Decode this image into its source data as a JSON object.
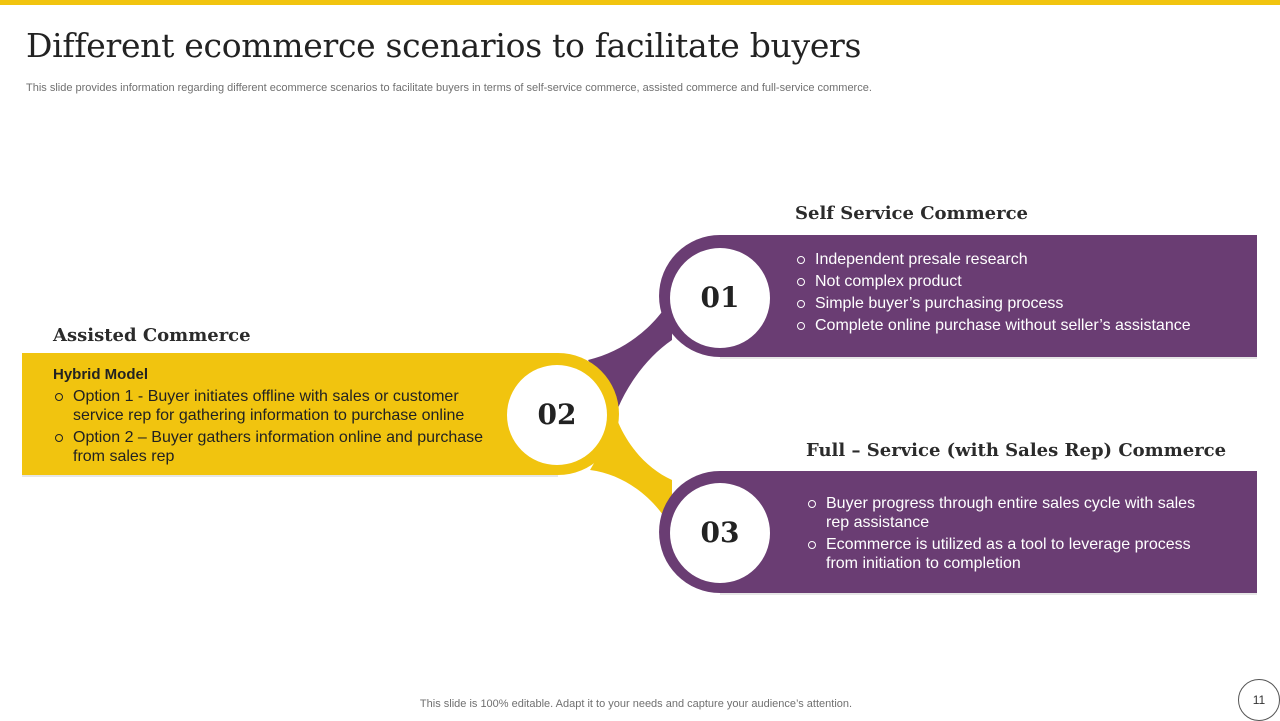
{
  "slide": {
    "title": "Different ecommerce scenarios to facilitate buyers",
    "subtitle": "This slide provides information regarding different ecommerce scenarios to facilitate buyers in terms of self-service commerce, assisted commerce and full-service commerce.",
    "footer": "This slide is 100% editable. Adapt it to your needs and capture your audience’s attention.",
    "page_number": "11"
  },
  "colors": {
    "accent_yellow": "#f1c40f",
    "accent_purple": "#6a3d73"
  },
  "scenarios": {
    "self_service": {
      "number": "01",
      "heading": "Self Service Commerce",
      "bullets": [
        "Independent presale research",
        "Not complex product",
        "Simple buyer’s purchasing process",
        "Complete online purchase without seller’s assistance"
      ]
    },
    "assisted": {
      "number": "02",
      "heading": "Assisted Commerce",
      "subheading": "Hybrid Model",
      "bullets": [
        "Option 1 - Buyer initiates offline with sales or customer service rep for gathering information to purchase online",
        "Option 2 – Buyer gathers information online and purchase from sales rep"
      ]
    },
    "full_service": {
      "number": "03",
      "heading": "Full – Service (with Sales Rep) Commerce",
      "bullets": [
        "Buyer progress through entire sales cycle with sales rep assistance",
        "Ecommerce is utilized as a tool to leverage process from initiation to completion"
      ]
    }
  }
}
